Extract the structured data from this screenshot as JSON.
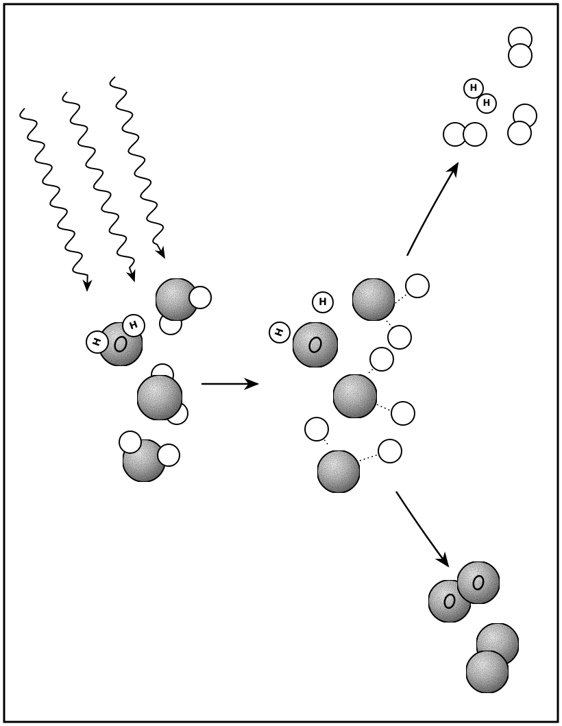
{
  "labels": {
    "hydrogen": "H",
    "oxygen": "O"
  },
  "colors": {
    "ink": "#000000",
    "paper": "#ffffff",
    "oxygen_fill": "#b5b5b5"
  },
  "icons": [
    "light-wave-arrow",
    "process-arrow",
    "oxygen-atom",
    "hydrogen-atom"
  ]
}
